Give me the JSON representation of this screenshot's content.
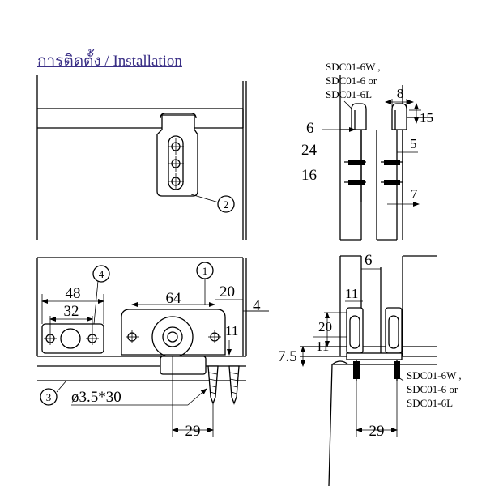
{
  "heading": "การติดตั้ง / Installation",
  "model_label": {
    "line1": "SDC01-6W ,",
    "line2": "SDC01-6 or",
    "line3": "SDC01-6L"
  },
  "callouts": [
    "1",
    "2",
    "3",
    "4"
  ],
  "dimensions": {
    "d48": "48",
    "d32": "32",
    "d64": "64",
    "d20": "20",
    "d4": "4",
    "d11": "11",
    "screw": "ø3.5*30",
    "d29": "29",
    "d8": "8",
    "d15": "15",
    "d6": "6",
    "d5": "5",
    "d24": "24",
    "d16": "16",
    "d7": "7",
    "d7_5": "7.5"
  }
}
